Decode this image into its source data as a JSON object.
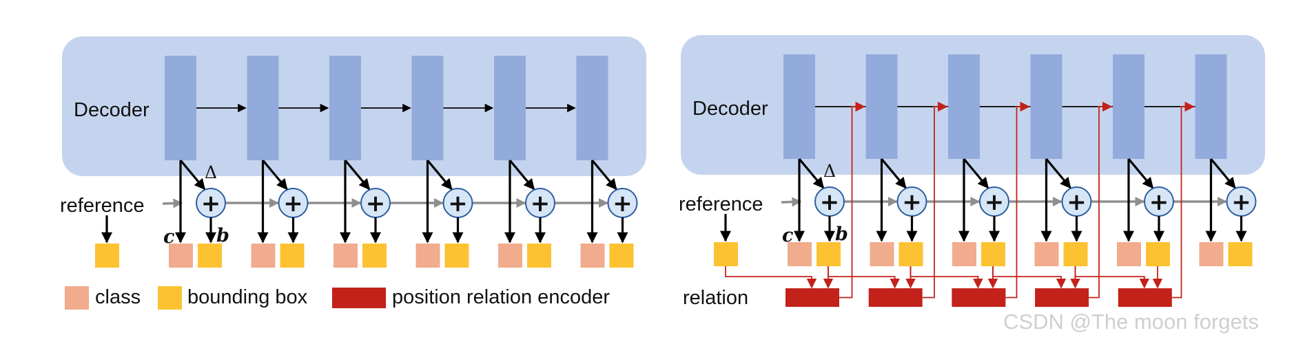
{
  "colors": {
    "panel_bg": "#c5d4ee",
    "decoder_block": "#93aadc",
    "class_box": "#f1ab8d",
    "bbox_box": "#fcc231",
    "relation_encoder": "#c2221a",
    "relation_line": "#c2221a",
    "reference_line": "#8f8f8f",
    "adder_fill": "#d6e6f7",
    "adder_stroke": "#2d5da0"
  },
  "icons": {
    "adder": "circle-plus-icon"
  },
  "left_diagram": {
    "decoder_label": "Decoder",
    "reference_label": "reference",
    "delta_symbol": "Δ",
    "class_symbol": "c",
    "bbox_symbol": "b",
    "adder_symbol": "+",
    "decoder_layers": 6
  },
  "right_diagram": {
    "decoder_label": "Decoder",
    "reference_label": "reference",
    "relation_label": "relation",
    "delta_symbol": "Δ",
    "class_symbol": "c",
    "bbox_symbol": "b",
    "adder_symbol": "+",
    "decoder_layers": 6,
    "relation_encoders": 5
  },
  "legend": {
    "class_label": "class",
    "bbox_label": "bounding box",
    "encoder_label": "position relation encoder"
  },
  "watermark": "CSDN @The moon forgets"
}
